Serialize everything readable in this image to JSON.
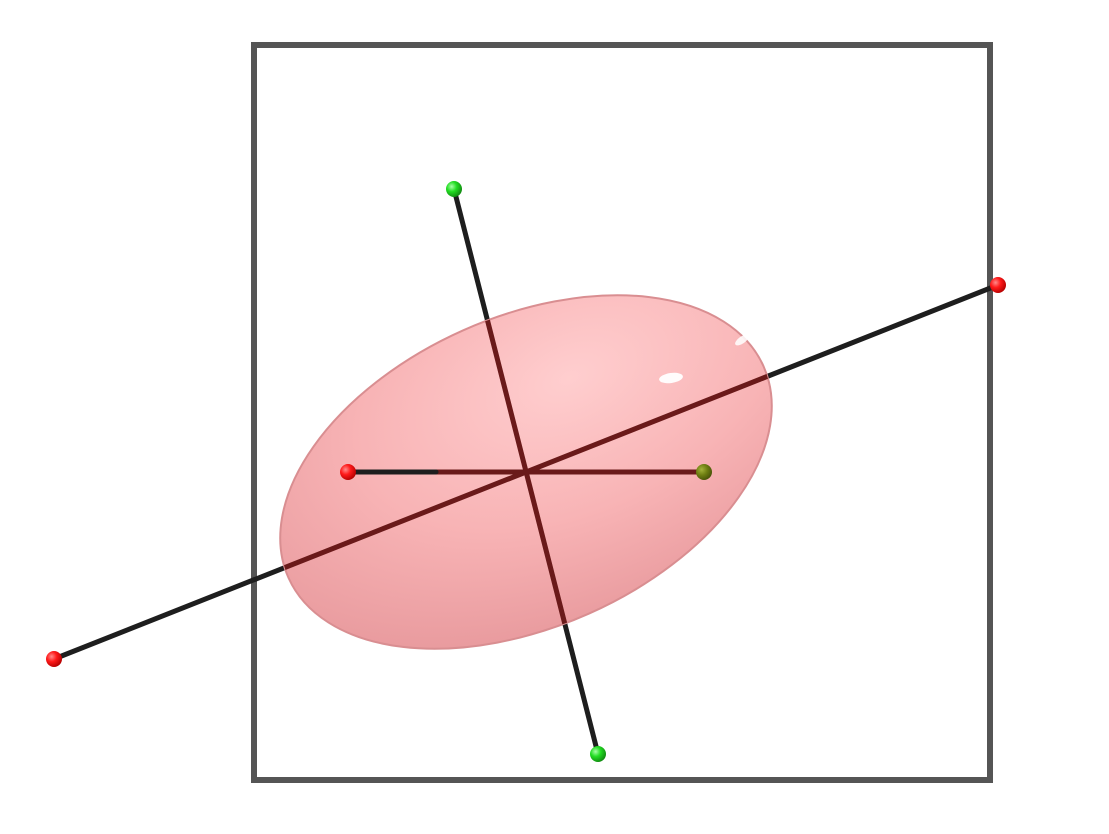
{
  "diagram": {
    "type": "3d-ellipsoid-with-axes",
    "colors": {
      "background": "#ffffff",
      "frame": "#555555",
      "axis_line": "#1e1e1e",
      "axis_inside": "#6a1a1a",
      "ellipsoid_fill": "#f2a6a8",
      "ellipsoid_highlight": "#ffffff",
      "red_marker": "#ff2020",
      "green_marker": "#22dd22",
      "olive_marker": "#6a7a10"
    },
    "elements": {
      "frame": "bounding-box",
      "ellipsoid": "translucent-ellipsoid",
      "axes": [
        "long-axis",
        "short-axis",
        "horizontal-axis"
      ],
      "markers": [
        "red-endpoint",
        "green-endpoint",
        "olive-endpoint"
      ]
    }
  }
}
